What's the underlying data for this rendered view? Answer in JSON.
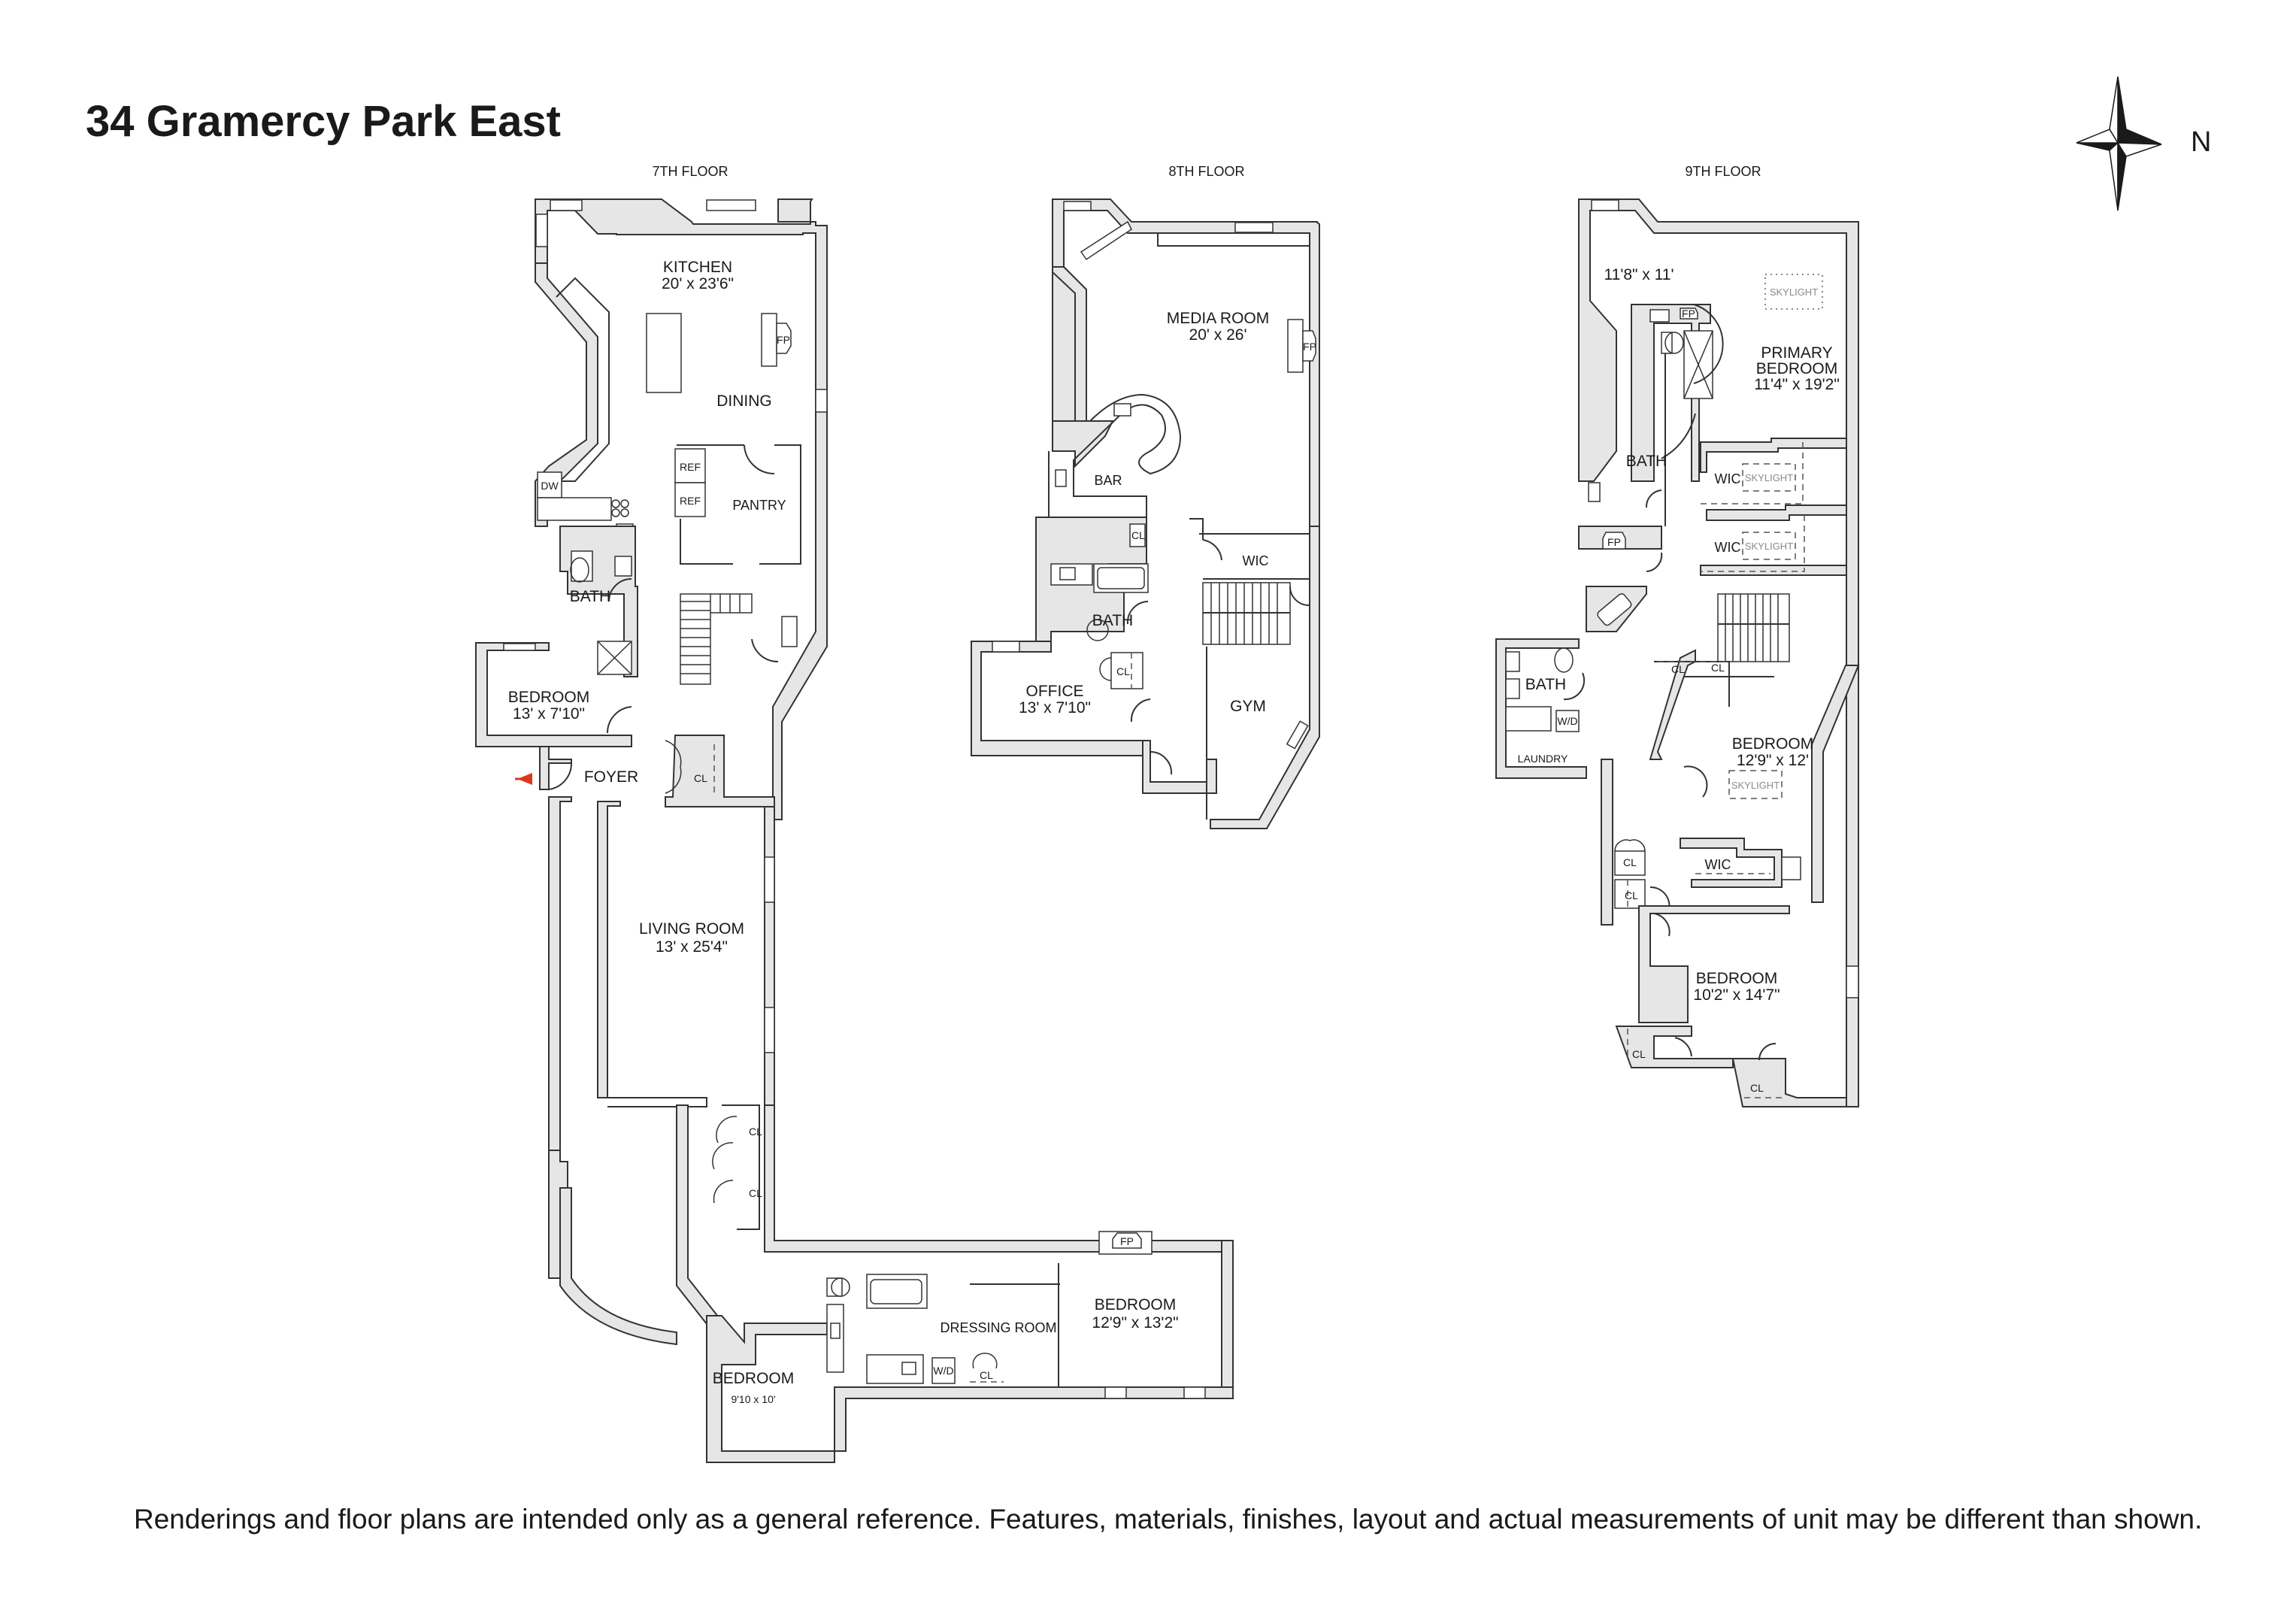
{
  "header": {
    "title": "34 Gramercy Park East",
    "compass_label": "N",
    "compass_icon": "north-compass-rose"
  },
  "floors": [
    {
      "label": "7TH FLOOR",
      "rooms": [
        {
          "name": "KITCHEN",
          "dims": "20' x 23'6\""
        },
        {
          "name": "DINING",
          "dims": ""
        },
        {
          "name": "PANTRY",
          "dims": ""
        },
        {
          "name": "BATH",
          "dims": ""
        },
        {
          "name": "BEDROOM",
          "dims": "13' x 7'10\""
        },
        {
          "name": "FOYER",
          "dims": ""
        },
        {
          "name": "LIVING ROOM",
          "dims": "13' x 25'4\""
        },
        {
          "name": "DRESSING ROOM",
          "dims": ""
        },
        {
          "name": "BEDROOM",
          "dims": "12'9\" x 13'2\""
        },
        {
          "name": "BEDROOM",
          "dims": "9'10 x 10'"
        }
      ],
      "fixtures": [
        "FP",
        "DW",
        "REF",
        "REF",
        "CL",
        "CL",
        "CL",
        "CL",
        "FP",
        "W/D",
        "CL"
      ],
      "entry_arrow_color": "#e0361c"
    },
    {
      "label": "8TH FLOOR",
      "rooms": [
        {
          "name": "MEDIA ROOM",
          "dims": "20' x 26'"
        },
        {
          "name": "BAR",
          "dims": ""
        },
        {
          "name": "BATH",
          "dims": ""
        },
        {
          "name": "OFFICE",
          "dims": "13' x 7'10\""
        },
        {
          "name": "WIC",
          "dims": ""
        },
        {
          "name": "GYM",
          "dims": ""
        }
      ],
      "fixtures": [
        "FP",
        "CL",
        "CL"
      ]
    },
    {
      "label": "9TH FLOOR",
      "rooms": [
        {
          "name": "",
          "dims": "11'8\" x 11'"
        },
        {
          "name": "PRIMARY BEDROOM",
          "name_line1": "PRIMARY",
          "name_line2": "BEDROOM",
          "dims": "11'4\" x 19'2\""
        },
        {
          "name": "BATH",
          "dims": ""
        },
        {
          "name": "WIC",
          "dims": ""
        },
        {
          "name": "WIC",
          "dims": ""
        },
        {
          "name": "BATH",
          "dims": ""
        },
        {
          "name": "LAUNDRY",
          "dims": ""
        },
        {
          "name": "BEDROOM",
          "dims": "12'9\" x 12'"
        },
        {
          "name": "WIC",
          "dims": ""
        },
        {
          "name": "BEDROOM",
          "dims": "10'2\" x 14'7\""
        }
      ],
      "fixtures": [
        "FP",
        "FP",
        "W/D",
        "CL",
        "CL",
        "CL",
        "CL",
        "CL",
        "CL"
      ],
      "skylight_label": "SKYLIGHT"
    }
  ],
  "labels": {
    "fp": "FP",
    "dw": "DW",
    "ref": "REF",
    "cl": "CL",
    "wd": "W/D",
    "skylight": "SKYLIGHT"
  },
  "footer": {
    "disclaimer": "Renderings and floor plans are intended only as a general reference. Features, materials, finishes, layout and actual measurements of unit may be different than shown."
  },
  "colors": {
    "wall_fill": "#e6e6e6",
    "line": "#333333",
    "text": "#1a1a1a",
    "skylight_text": "#8a8a8a",
    "entry_arrow": "#e0361c"
  }
}
